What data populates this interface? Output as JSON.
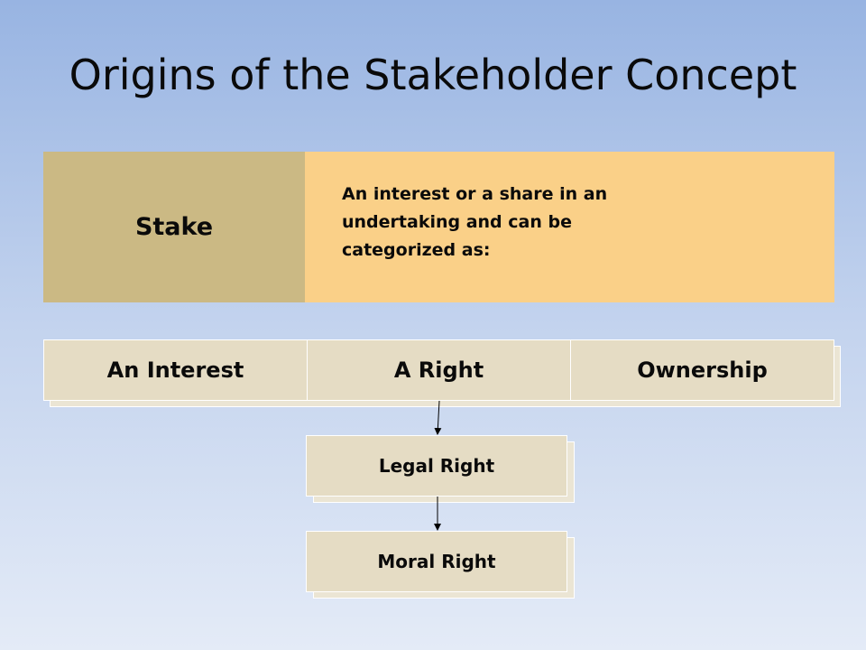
{
  "title": "Origins of the Stakeholder Concept",
  "definition": {
    "term": "Stake",
    "text": "An interest or a share in an undertaking and can be categorized as:"
  },
  "categories": [
    "An Interest",
    "A Right",
    "Ownership"
  ],
  "subtypes": [
    "Legal Right",
    "Moral Right"
  ],
  "colors": {
    "term_bg": "#cbb984",
    "text_bg": "#fad088",
    "box_bg": "#e5dcc4"
  }
}
